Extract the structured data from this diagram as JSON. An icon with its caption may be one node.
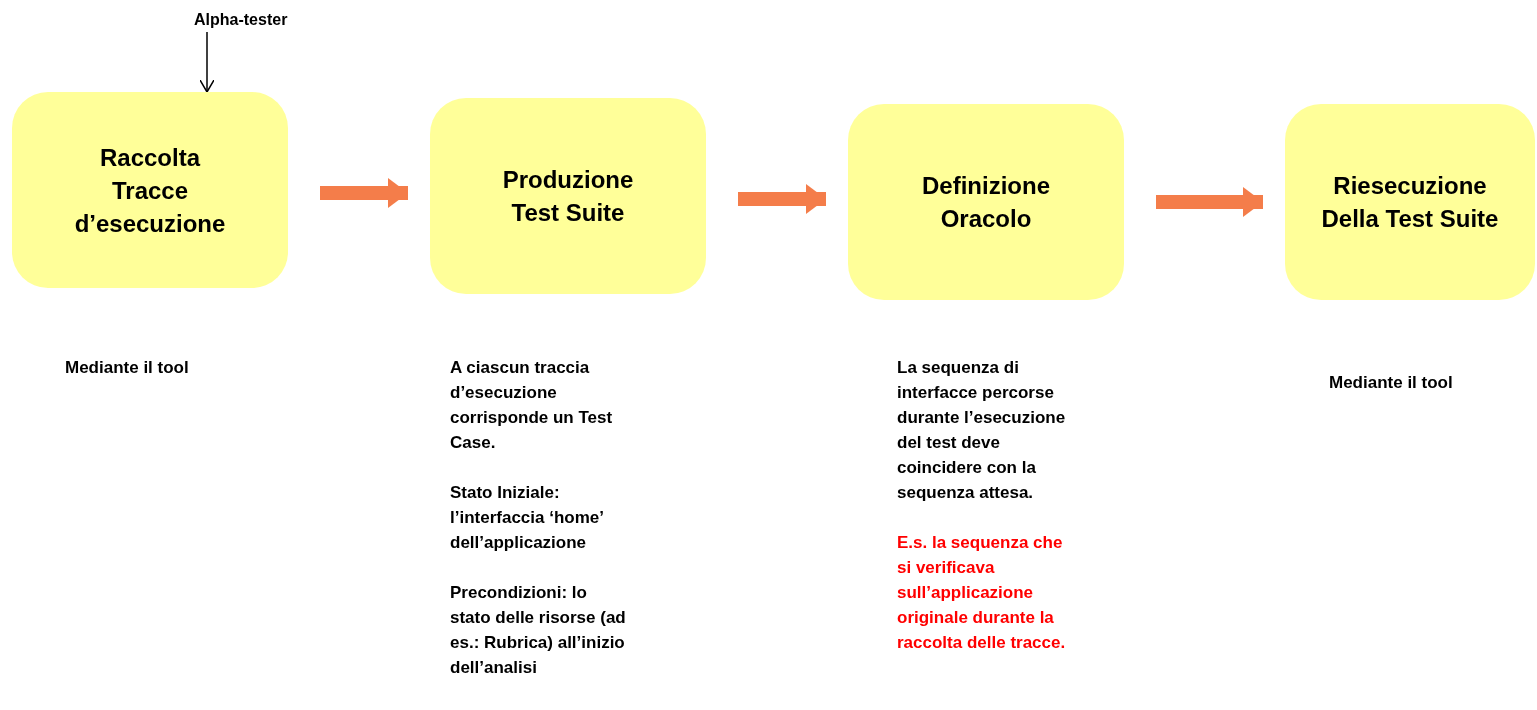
{
  "diagram": {
    "nodes": [
      {
        "text": [
          "Alpha-tester"
        ]
      },
      {
        "text": [
          "Raccolta Tracce d’esecuzione"
        ]
      },
      {
        "text": [
          "Produzione Test Suite"
        ],
        "beside": [
          "A ciascun traccia d’esecuzione corrisponde un Test Case.",
          "Stato Iniziale: l’interfaccia ‘home’ dell’applicazione",
          "Precondizioni: lo stato delle risorse (ad es.: Rubrica) all’inizio dell’analisi"
        ]
      },
      {
        "text": [
          "Definizione Oracolo"
        ],
        "beside": [
          "La sequenza di interfacce percorse durante l’esecuzione del test deve coincidere con la sequenza attesa.",
          "E.s. la sequenza che si verificava sull’applicazione originale durante la raccolta delle tracce."
        ]
      },
      {
        "text": [
          "Riesecuzione Della Test Suite"
        ]
      }
    ],
    "labels": [
      "Mediante il tool",
      "Mediante il tool"
    ],
    "edges": [
      {
        "from": 0,
        "to": 1,
        "arrow": "to",
        "color": "#000000"
      },
      {
        "from": 1,
        "to": 2,
        "arrow": "to"
      },
      {
        "from": 2,
        "to": 3,
        "arrow": "to"
      },
      {
        "from": 3,
        "to": 4,
        "arrow": "to"
      }
    ]
  }
}
